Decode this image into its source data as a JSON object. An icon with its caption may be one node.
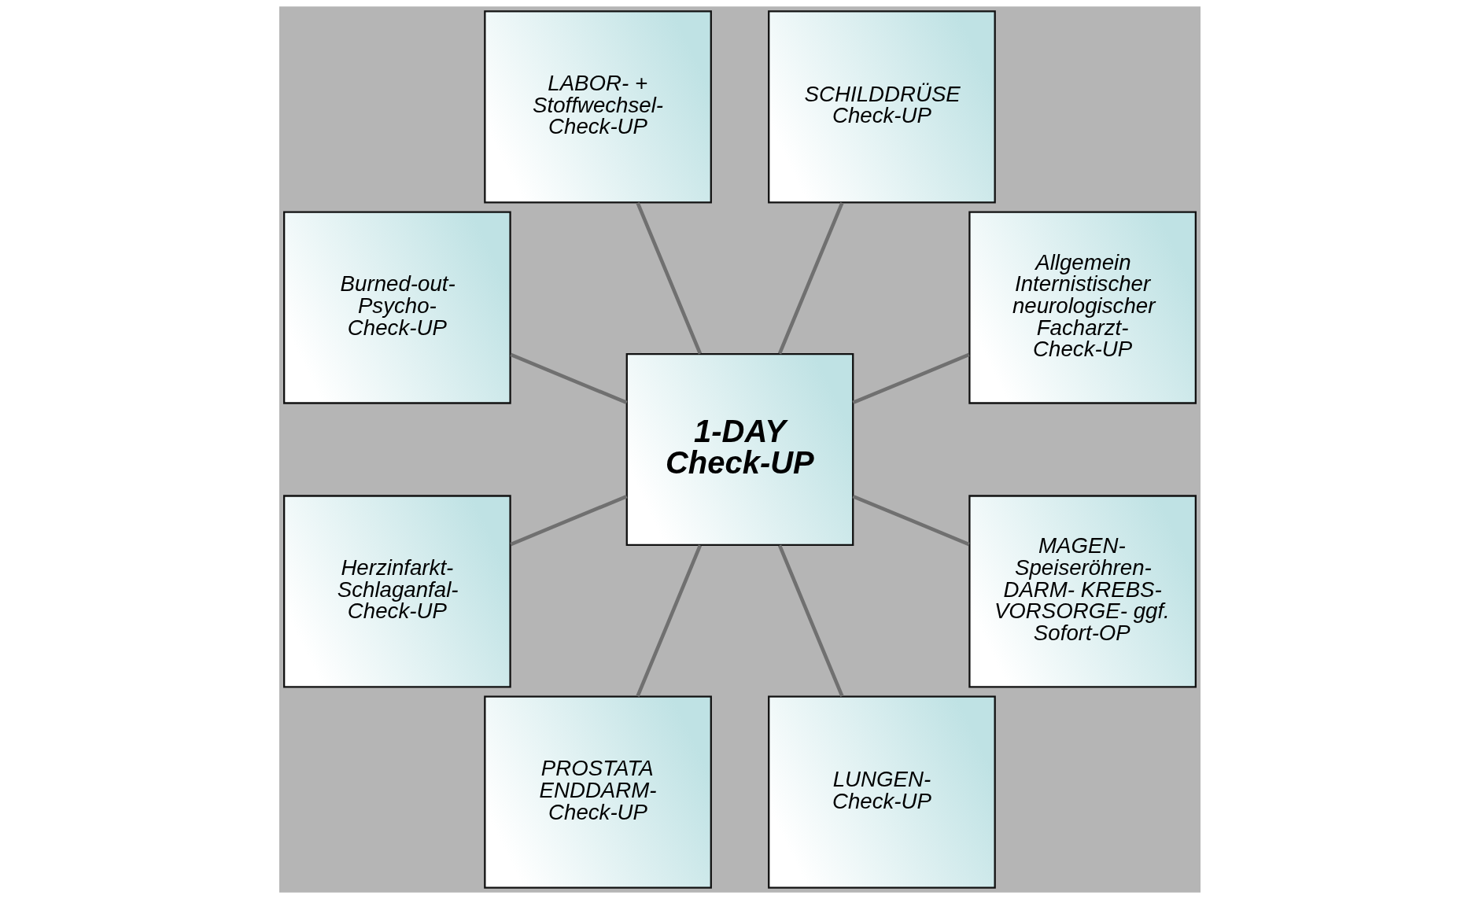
{
  "diagram": {
    "nodes": [
      {
        "text": [
          "Allgemein Internistischer neurologischer Facharzt- Check-UP"
        ]
      },
      {
        "text": [
          "SCHILDDRÜSE Check-UP"
        ]
      },
      {
        "text": [
          "LABOR- + Stoffwechsel- Check-UP"
        ]
      },
      {
        "text": [
          "Burned-out- Psycho- Check-UP"
        ]
      },
      {
        "text": [
          "1-DAY Check-UP"
        ]
      },
      {
        "text": [
          "Herzinfarkt- Schlaganfal- Check-UP"
        ]
      },
      {
        "text": [
          "PROSTATA ENDDARM- Check-UP"
        ]
      },
      {
        "text": [
          "LUNGEN- Check-UP"
        ]
      },
      {
        "text": [
          "MAGEN- Speiseröhren- DARM- KREBS- VORSORGE- ggf. Sofort-OP"
        ]
      }
    ],
    "edges": [
      {
        "from": 4,
        "to": 0,
        "arrow": "none"
      },
      {
        "from": 4,
        "to": 1,
        "arrow": "none"
      },
      {
        "from": 4,
        "to": 2,
        "arrow": "none"
      },
      {
        "from": 4,
        "to": 3,
        "arrow": "none"
      },
      {
        "from": 4,
        "to": 5,
        "arrow": "none"
      },
      {
        "from": 4,
        "to": 6,
        "arrow": "none"
      },
      {
        "from": 4,
        "to": 7,
        "arrow": "none"
      },
      {
        "from": 4,
        "to": 8,
        "arrow": "none"
      }
    ]
  }
}
